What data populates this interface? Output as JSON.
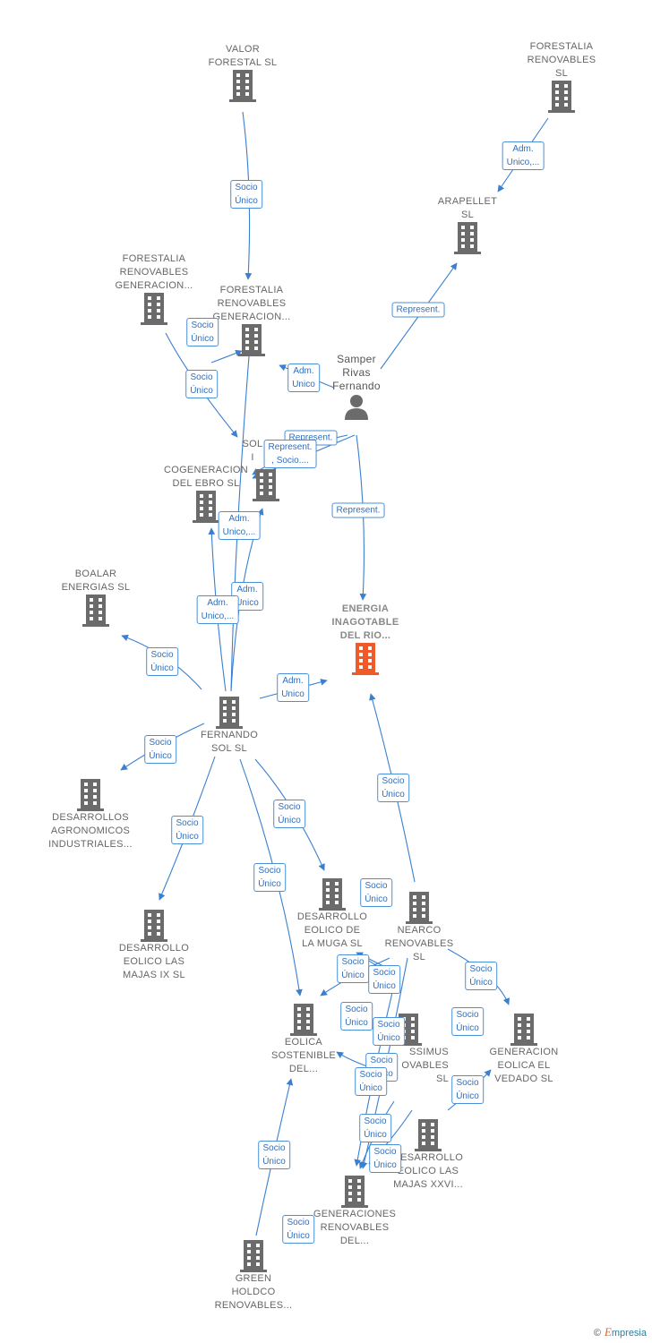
{
  "nodes": [
    {
      "id": "valor",
      "label": "VALOR\nFORESTAL SL",
      "type": "company"
    },
    {
      "id": "forestalia_top",
      "label": "FORESTALIA\nRENOVABLES\nSL",
      "type": "company"
    },
    {
      "id": "arapellet",
      "label": "ARAPELLET\nSL",
      "type": "company"
    },
    {
      "id": "forestalia_gen1",
      "label": "FORESTALIA\nRENOVABLES\nGENERACION...",
      "type": "company"
    },
    {
      "id": "forestalia_gen2",
      "label": "FORESTALIA\nRENOVABLES\nGENERACION...",
      "type": "company"
    },
    {
      "id": "samper",
      "label": "Samper\nRivas\nFernando",
      "type": "person"
    },
    {
      "id": "sol_partial",
      "label": "SOL\nI",
      "type": "company"
    },
    {
      "id": "cogeneracion",
      "label": "COGENERACION\nDEL EBRO  SL",
      "type": "company"
    },
    {
      "id": "boalar",
      "label": "BOALAR\nENERGIAS  SL",
      "type": "company"
    },
    {
      "id": "energia",
      "label": "ENERGIA\nINAGOTABLE\nDEL RIO...",
      "type": "focus"
    },
    {
      "id": "fernando_sol",
      "label": "FERNANDO\nSOL SL",
      "type": "company"
    },
    {
      "id": "desarrollos_agro",
      "label": "DESARROLLOS\nAGRONOMICOS\nINDUSTRIALES...",
      "type": "company"
    },
    {
      "id": "majas_ix",
      "label": "DESARROLLO\nEOLICO LAS\nMAJAS IX  SL",
      "type": "company"
    },
    {
      "id": "muga",
      "label": "DESARROLLO\nEOLICO DE\nLA MUGA SL",
      "type": "company"
    },
    {
      "id": "nearco",
      "label": "NEARCO\nRENOVABLES\nSL",
      "type": "company"
    },
    {
      "id": "eolica_sostenible",
      "label": "EOLICA\nSOSTENIBLE\nDEL...",
      "type": "company"
    },
    {
      "id": "issimus",
      "label": "SSIMUS\nOVABLES\nSL",
      "type": "company"
    },
    {
      "id": "vedado",
      "label": "GENERACION\nEOLICA EL\nVEDADO SL",
      "type": "company"
    },
    {
      "id": "majas_xxvi",
      "label": "DESARROLLO\nEOLICO LAS\nMAJAS XXVI...",
      "type": "company"
    },
    {
      "id": "generaciones",
      "label": "GENERACIONES\nRENOVABLES\nDEL...",
      "type": "company"
    },
    {
      "id": "green_holdco",
      "label": "GREEN\nHOLDCO\nRENOVABLES...",
      "type": "company"
    }
  ],
  "edge_labels": [
    "Socio\nÚnico",
    "Adm.\nUnico,...",
    "Represent.",
    "Socio\nÚnico",
    "Socio\nÚnico",
    "Adm.\nUnico",
    "Represent.",
    "Represent.\n, Socio....",
    "Represent.",
    "Adm.\nUnico,...",
    "Adm.\nUnico",
    "Adm.\nUnico,...",
    "Socio\nÚnico",
    "Adm.\nUnico",
    "Socio\nÚnico",
    "Socio\nÚnico",
    "Socio\nÚnico",
    "Socio\nÚnico",
    "Socio\nÚnico",
    "Socio\nÚnico",
    "Socio\nÚnico",
    "Socio\nÚnico",
    "Socio\nÚnico",
    "Socio\nÚnico",
    "Socio\nÚnico",
    "Socio\nÚnico",
    "Socio\nÚnico",
    "Socio\nÚnico",
    "Socio\nÚnico",
    "Socio\nÚnico",
    "Socio\nÚnico",
    "Socio\nÚnico",
    "Socio\nÚnico",
    "Socio\nÚnico"
  ],
  "colors": {
    "edge": "#3a7fd0",
    "building": "#6b6b6b",
    "focus": "#f05a28",
    "person": "#6b6b6b"
  },
  "footer": {
    "copyright": "©",
    "brand_initial": "E",
    "brand_rest": "mpresia"
  }
}
